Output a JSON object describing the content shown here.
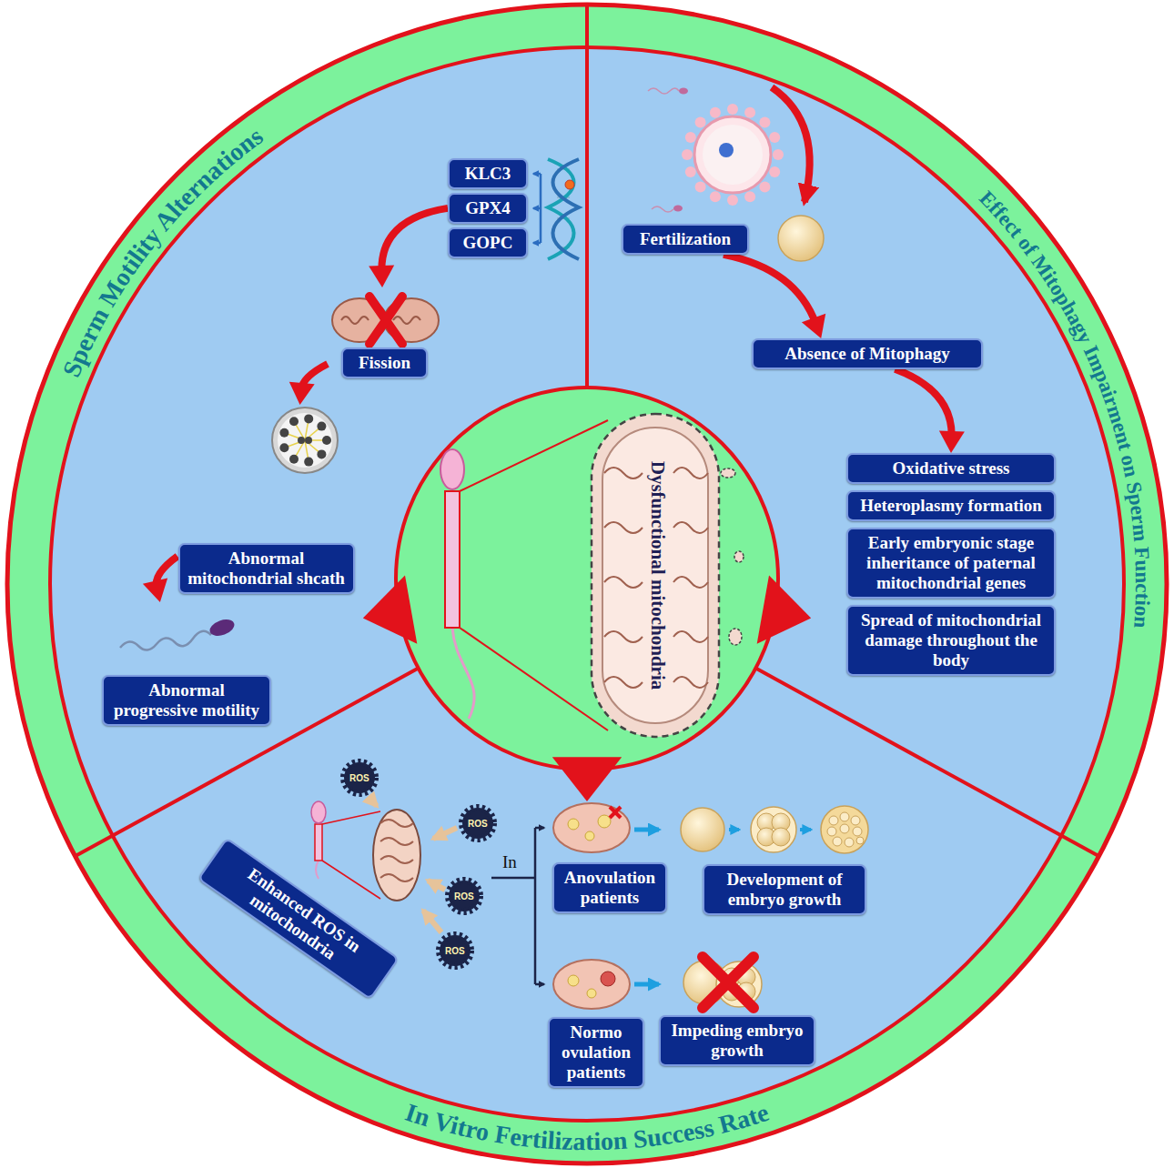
{
  "diagram": {
    "nodes": [
      {
        "text": [
          "KLC3"
        ]
      },
      {
        "text": [
          "GPX4"
        ]
      },
      {
        "text": [
          "GOPC"
        ]
      },
      {
        "text": [
          "Fission"
        ]
      },
      {
        "text": [
          "Abnormal mitochondrial shcath"
        ]
      },
      {
        "text": [
          "Abnormal progressive motility"
        ]
      },
      {
        "text": [
          "Fertilization"
        ]
      },
      {
        "text": [
          "Absence of Mitophagy"
        ]
      },
      {
        "text": [
          "Oxidative stress"
        ]
      },
      {
        "text": [
          "Heteroplasmy formation"
        ]
      },
      {
        "text": [
          "Early embryonic stage inheritance of paternal mitochondrial genes"
        ]
      },
      {
        "text": [
          "Spread of mitochondrial damage throughout the body"
        ]
      },
      {
        "text": [
          "Enhanced ROS in mitochondria"
        ]
      },
      {
        "text": [
          "Anovulation patients"
        ]
      },
      {
        "text": [
          "Development of embryo growth"
        ]
      },
      {
        "text": [
          "Normo ovulation patients"
        ]
      },
      {
        "text": [
          "Impeding embryo growth"
        ]
      }
    ],
    "edges": [
      {
        "from": 1,
        "to": 3,
        "arrow": "to"
      },
      {
        "from": 3,
        "to": 4,
        "arrow": "to"
      },
      {
        "from": 4,
        "to": 5,
        "arrow": "to"
      },
      {
        "from": 6,
        "to": 7,
        "arrow": "to"
      },
      {
        "from": 7,
        "to": 8,
        "arrow": "to"
      }
    ],
    "labels": [
      "Sperm Motility Alternations",
      "Effect of Mitophagy Impairment on Sperm Function",
      "In Vitro Fertilization Success Rate",
      "Dysfunctional mitochondria",
      "ROS",
      "ROS",
      "ROS",
      "ROS",
      "In"
    ]
  }
}
